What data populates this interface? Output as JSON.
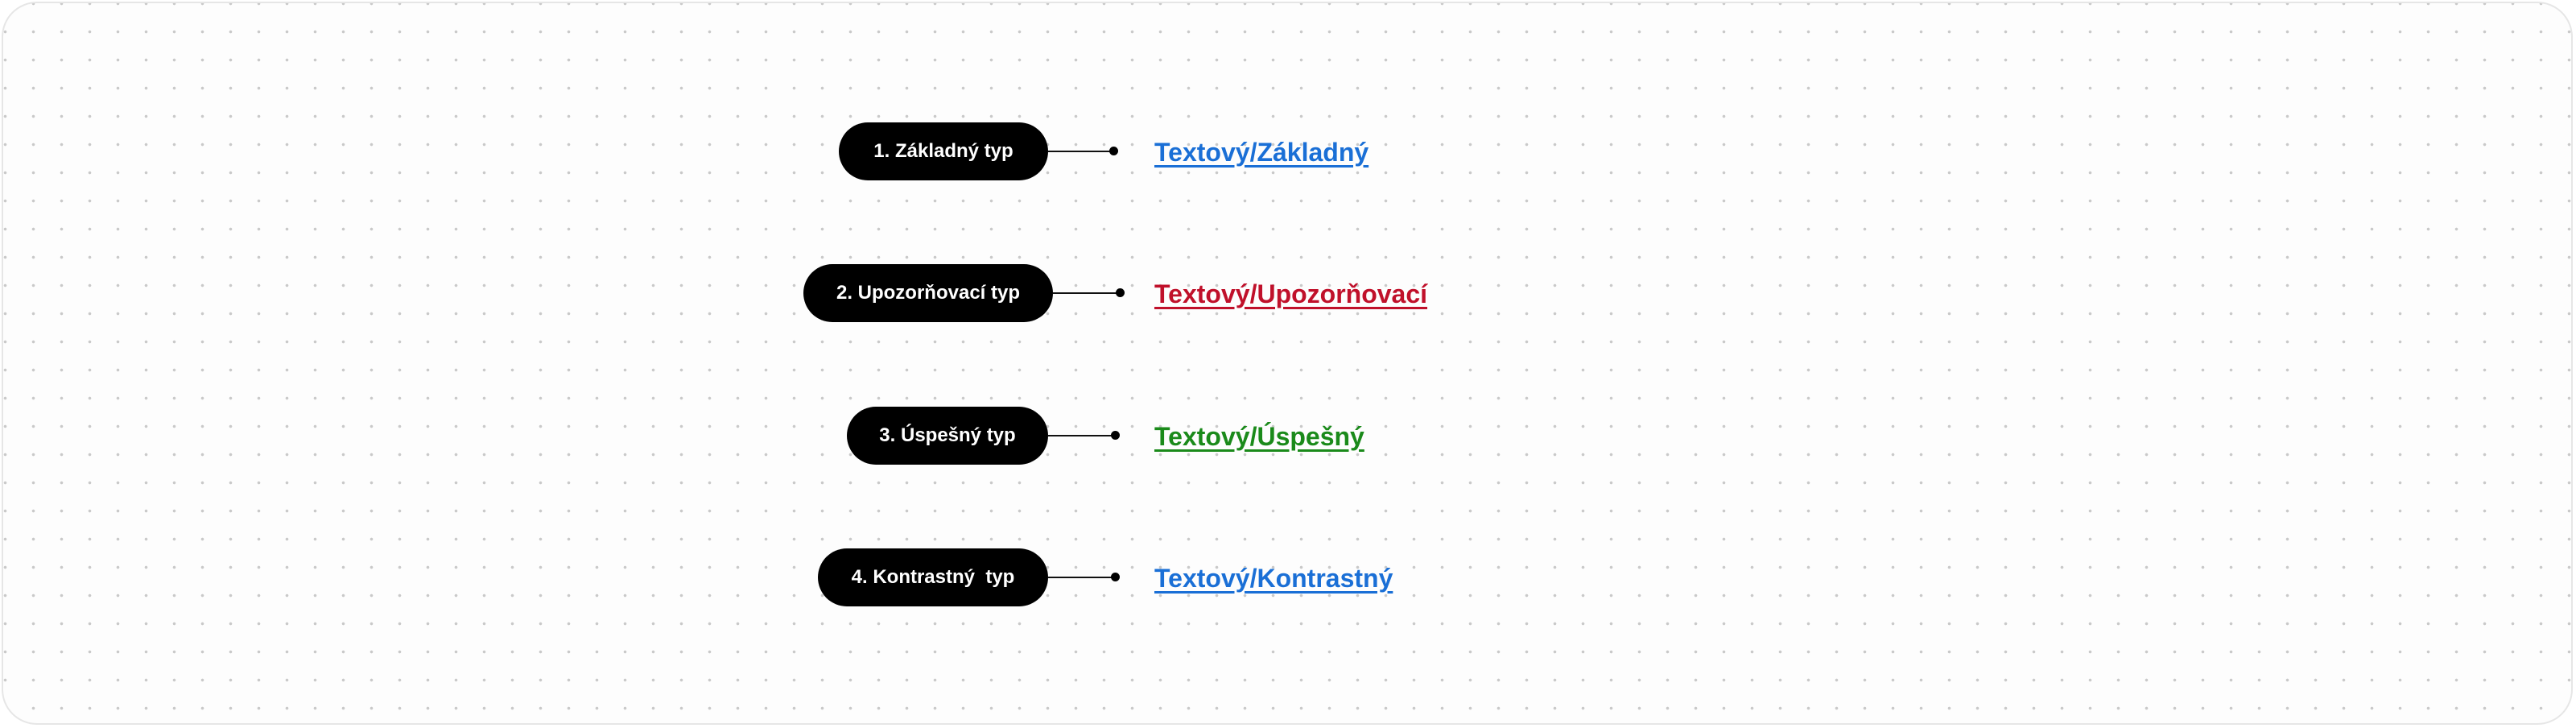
{
  "rows": [
    {
      "tag": "1. Základný typ",
      "link": "Textový/Základný",
      "color": "#1a6fd6"
    },
    {
      "tag": "2. Upozorňovací typ",
      "link": "Textový/Upozorňovací",
      "color": "#c0102a"
    },
    {
      "tag": "3. Úspešný typ",
      "link": "Textový/Úspešný",
      "color": "#1a8a1a"
    },
    {
      "tag": "4. Kontrastný  typ",
      "link": "Textový/Kontrastný",
      "color": "#1a6fd6"
    }
  ]
}
